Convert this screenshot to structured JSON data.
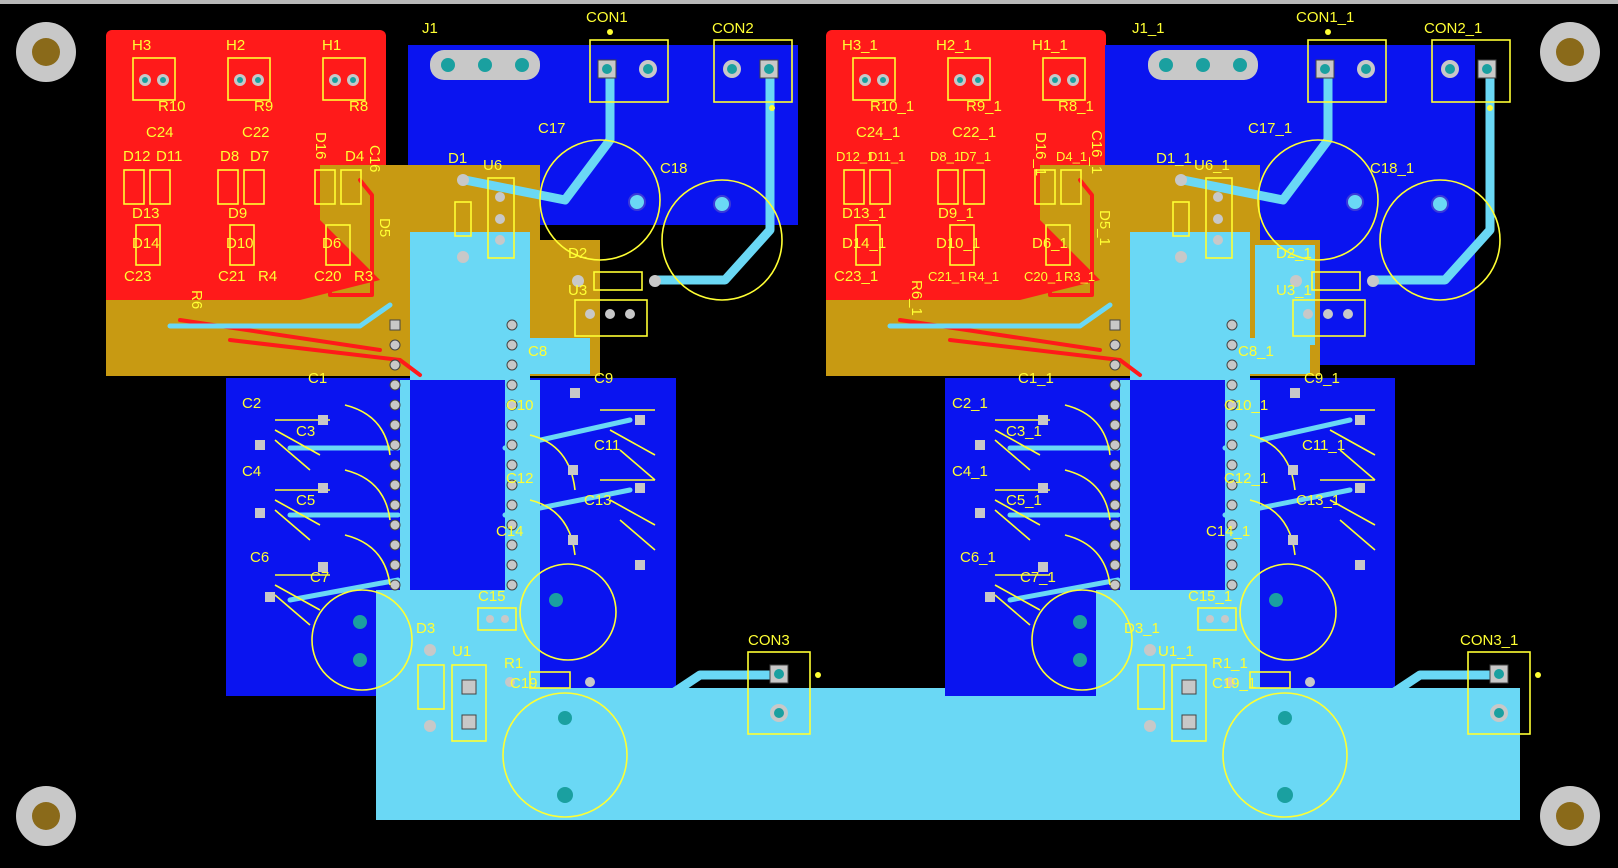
{
  "colors": {
    "background": "#000000",
    "top_copper_red": "#ff1a1a",
    "bottom_copper_blue": "#0a14f0",
    "mid_layer_gold": "#c89a12",
    "track_light_blue": "#6ad8f5",
    "silkscreen_yellow": "#ffff33",
    "mounting_hole_grey": "#c8c8c8",
    "mounting_hole_center": "#8a6a1a"
  },
  "mounting_holes": [
    "hole-top-left",
    "hole-top-right",
    "hole-bottom-left",
    "hole-bottom-right"
  ],
  "left_section": {
    "labels": [
      {
        "id": "H3",
        "text": "H3"
      },
      {
        "id": "H2",
        "text": "H2"
      },
      {
        "id": "H1",
        "text": "H1"
      },
      {
        "id": "J1",
        "text": "J1"
      },
      {
        "id": "CON1",
        "text": "CON1"
      },
      {
        "id": "CON2",
        "text": "CON2"
      },
      {
        "id": "R10",
        "text": "R10"
      },
      {
        "id": "R9",
        "text": "R9"
      },
      {
        "id": "R8",
        "text": "R8"
      },
      {
        "id": "C24",
        "text": "C24"
      },
      {
        "id": "C22",
        "text": "C22"
      },
      {
        "id": "C16",
        "text": "C16"
      },
      {
        "id": "D12",
        "text": "D12"
      },
      {
        "id": "D11",
        "text": "D11"
      },
      {
        "id": "D8",
        "text": "D8"
      },
      {
        "id": "D7",
        "text": "D7"
      },
      {
        "id": "D16",
        "text": "D16"
      },
      {
        "id": "D4",
        "text": "D4"
      },
      {
        "id": "D13",
        "text": "D13"
      },
      {
        "id": "D9",
        "text": "D9"
      },
      {
        "id": "D5",
        "text": "D5"
      },
      {
        "id": "D14",
        "text": "D14"
      },
      {
        "id": "D10",
        "text": "D10"
      },
      {
        "id": "D6",
        "text": "D6"
      },
      {
        "id": "C23",
        "text": "C23"
      },
      {
        "id": "C21",
        "text": "C21"
      },
      {
        "id": "R4",
        "text": "R4"
      },
      {
        "id": "C20",
        "text": "C20"
      },
      {
        "id": "R3",
        "text": "R3"
      },
      {
        "id": "R6",
        "text": "R6"
      },
      {
        "id": "D1",
        "text": "D1"
      },
      {
        "id": "U6",
        "text": "U6"
      },
      {
        "id": "C17",
        "text": "C17"
      },
      {
        "id": "C18",
        "text": "C18"
      },
      {
        "id": "D2",
        "text": "D2"
      },
      {
        "id": "U3",
        "text": "U3"
      },
      {
        "id": "C8",
        "text": "C8"
      },
      {
        "id": "C1",
        "text": "C1"
      },
      {
        "id": "C9",
        "text": "C9"
      },
      {
        "id": "C10",
        "text": "C10"
      },
      {
        "id": "C2",
        "text": "C2"
      },
      {
        "id": "C3",
        "text": "C3"
      },
      {
        "id": "C4",
        "text": "C4"
      },
      {
        "id": "C11",
        "text": "C11"
      },
      {
        "id": "C5",
        "text": "C5"
      },
      {
        "id": "C12",
        "text": "C12"
      },
      {
        "id": "C13",
        "text": "C13"
      },
      {
        "id": "C6",
        "text": "C6"
      },
      {
        "id": "C14",
        "text": "C14"
      },
      {
        "id": "C7",
        "text": "C7"
      },
      {
        "id": "C15",
        "text": "C15"
      },
      {
        "id": "D3",
        "text": "D3"
      },
      {
        "id": "U1",
        "text": "U1"
      },
      {
        "id": "R1",
        "text": "R1"
      },
      {
        "id": "C19",
        "text": "C19"
      },
      {
        "id": "CON3",
        "text": "CON3"
      }
    ]
  },
  "right_section": {
    "labels": [
      {
        "id": "H3_1",
        "text": "H3_1"
      },
      {
        "id": "H2_1",
        "text": "H2_1"
      },
      {
        "id": "H1_1",
        "text": "H1_1"
      },
      {
        "id": "J1_1",
        "text": "J1_1"
      },
      {
        "id": "CON1_1",
        "text": "CON1_1"
      },
      {
        "id": "CON2_1",
        "text": "CON2_1"
      },
      {
        "id": "R10_1",
        "text": "R10_1"
      },
      {
        "id": "R9_1",
        "text": "R9_1"
      },
      {
        "id": "R8_1",
        "text": "R8_1"
      },
      {
        "id": "C24_1",
        "text": "C24_1"
      },
      {
        "id": "C22_1",
        "text": "C22_1"
      },
      {
        "id": "C16_1",
        "text": "C16_1"
      },
      {
        "id": "D12_1",
        "text": "D12_1"
      },
      {
        "id": "D11_1",
        "text": "D11_1"
      },
      {
        "id": "D8_1",
        "text": "D8_1"
      },
      {
        "id": "D7_1",
        "text": "D7_1"
      },
      {
        "id": "D16_1",
        "text": "D16_1"
      },
      {
        "id": "D4_1",
        "text": "D4_1"
      },
      {
        "id": "D13_1",
        "text": "D13_1"
      },
      {
        "id": "D9_1",
        "text": "D9_1"
      },
      {
        "id": "D5_1",
        "text": "D5_1"
      },
      {
        "id": "D14_1",
        "text": "D14_1"
      },
      {
        "id": "D10_1",
        "text": "D10_1"
      },
      {
        "id": "D6_1",
        "text": "D6_1"
      },
      {
        "id": "C23_1",
        "text": "C23_1"
      },
      {
        "id": "C21_1",
        "text": "C21_1"
      },
      {
        "id": "R4_1",
        "text": "R4_1"
      },
      {
        "id": "C20_1",
        "text": "C20_1"
      },
      {
        "id": "R3_1",
        "text": "R3_1"
      },
      {
        "id": "R6_1",
        "text": "R6_1"
      },
      {
        "id": "D1_1",
        "text": "D1_1"
      },
      {
        "id": "U6_1",
        "text": "U6_1"
      },
      {
        "id": "C17_1",
        "text": "C17_1"
      },
      {
        "id": "C18_1",
        "text": "C18_1"
      },
      {
        "id": "D2_1",
        "text": "D2_1"
      },
      {
        "id": "U3_1",
        "text": "U3_1"
      },
      {
        "id": "C8_1",
        "text": "C8_1"
      },
      {
        "id": "C1_1",
        "text": "C1_1"
      },
      {
        "id": "C9_1",
        "text": "C9_1"
      },
      {
        "id": "C10_1",
        "text": "C10_1"
      },
      {
        "id": "C2_1",
        "text": "C2_1"
      },
      {
        "id": "C3_1",
        "text": "C3_1"
      },
      {
        "id": "C4_1",
        "text": "C4_1"
      },
      {
        "id": "C11_1",
        "text": "C11_1"
      },
      {
        "id": "C5_1",
        "text": "C5_1"
      },
      {
        "id": "C12_1",
        "text": "C12_1"
      },
      {
        "id": "C13_1",
        "text": "C13_1"
      },
      {
        "id": "C6_1",
        "text": "C6_1"
      },
      {
        "id": "C14_1",
        "text": "C14_1"
      },
      {
        "id": "C7_1",
        "text": "C7_1"
      },
      {
        "id": "C15_1",
        "text": "C15_1"
      },
      {
        "id": "D3_1",
        "text": "D3_1"
      },
      {
        "id": "U1_1",
        "text": "U1_1"
      },
      {
        "id": "R1_1",
        "text": "R1_1"
      },
      {
        "id": "C19_1",
        "text": "C19_1"
      },
      {
        "id": "CON3_1",
        "text": "CON3_1"
      }
    ]
  }
}
